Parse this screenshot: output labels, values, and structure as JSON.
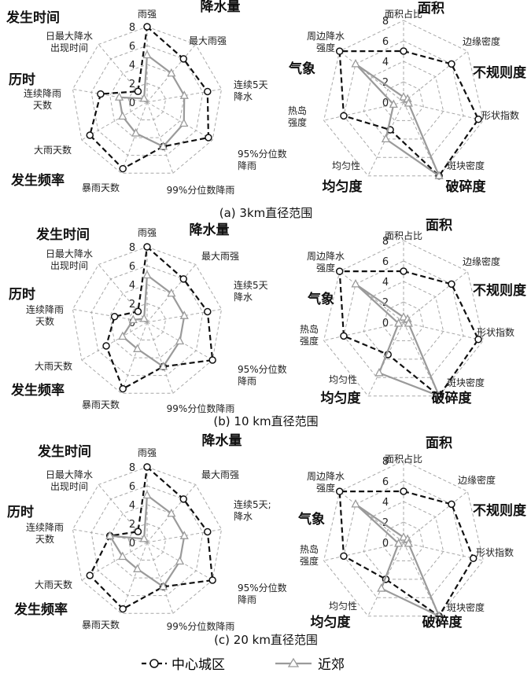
{
  "legend": {
    "center": "中心城区",
    "suburb": "近郊"
  },
  "colors": {
    "center": "#111111",
    "suburb": "#9a9a9a",
    "grid": "#a8a8a8"
  },
  "chart_data": [
    {
      "type": "radar",
      "caption": "(a) 3km直径范围",
      "axes": [
        "雨强",
        "最大雨强",
        "连续5天\n降水",
        "95%分位数\n降雨",
        "99%分位数降雨",
        "暴雨天数",
        "大雨天数",
        "连续降雨\n天数",
        "日最大降水\n出现时间"
      ],
      "groups": [
        "降水量",
        "发生时间",
        "历时",
        "发生频率"
      ],
      "ticks": [
        0,
        2,
        4,
        6,
        8
      ],
      "range": [
        0,
        8
      ],
      "series": [
        {
          "name": "中心城区",
          "values": [
            8,
            6,
            6.5,
            7.5,
            5,
            7.5,
            7,
            5,
            1.5
          ]
        },
        {
          "name": "近郊",
          "values": [
            5,
            4,
            4,
            4.5,
            5,
            3.5,
            3,
            3,
            0.5
          ]
        }
      ]
    },
    {
      "type": "radar",
      "axes": [
        "面积占比",
        "边缘密度",
        "形状指数",
        "斑块密度",
        "均匀性",
        "热岛\n强度",
        "周边降水\n强度"
      ],
      "groups": [
        "面积",
        "不规则度",
        "破碎度",
        "均匀度",
        "气象"
      ],
      "ticks": [
        0,
        2,
        4,
        6,
        8
      ],
      "range": [
        0,
        8
      ],
      "series": [
        {
          "name": "中心城区",
          "values": [
            5,
            6,
            7.5,
            8,
            3,
            6,
            8
          ]
        },
        {
          "name": "近郊",
          "values": [
            0.5,
            0.5,
            0.5,
            8,
            4,
            1,
            6
          ]
        }
      ]
    },
    {
      "type": "radar",
      "caption": "(b) 10 km直径范围",
      "axes": [
        "雨强",
        "最大雨强",
        "连续5天\n降水",
        "95%分位数\n降雨",
        "99%分位数降雨",
        "暴雨天数",
        "大雨天数",
        "连续降雨\n天数",
        "日最大降水\n出现时间"
      ],
      "groups": [
        "降水量",
        "发生时间",
        "历时",
        "发生频率"
      ],
      "ticks": [
        0,
        2,
        4,
        6,
        8
      ],
      "range": [
        0,
        8
      ],
      "series": [
        {
          "name": "中心城区",
          "values": [
            8,
            6,
            6.5,
            8,
            5,
            7.5,
            5,
            3.5,
            1.5
          ]
        },
        {
          "name": "近郊",
          "values": [
            5,
            4,
            4,
            4,
            5,
            3,
            3,
            1.5,
            0.5
          ]
        }
      ]
    },
    {
      "type": "radar",
      "axes": [
        "面积占比",
        "边缘密度",
        "形状指数",
        "斑块密度",
        "均匀性",
        "热岛\n强度",
        "周边降水\n强度"
      ],
      "groups": [
        "面积",
        "不规则度",
        "破碎度",
        "均匀度",
        "气象"
      ],
      "ticks": [
        0,
        2,
        4,
        6,
        8
      ],
      "range": [
        0,
        8
      ],
      "series": [
        {
          "name": "中心城区",
          "values": [
            5,
            6,
            7.5,
            8,
            3.5,
            6,
            8
          ]
        },
        {
          "name": "近郊",
          "values": [
            0.5,
            0.5,
            0.5,
            8,
            5.5,
            0.5,
            6
          ]
        }
      ]
    },
    {
      "type": "radar",
      "caption": "(c) 20 km直径范围",
      "axes": [
        "雨强",
        "最大雨强",
        "连续5天;\n降水",
        "95%分位数\n降雨",
        "99%分位数降雨",
        "暴雨天数",
        "大雨天数",
        "连续降雨\n天数",
        "日最大降水\n出现时间"
      ],
      "groups": [
        "降水量",
        "发生时间",
        "历时",
        "发生频率"
      ],
      "ticks": [
        0,
        2,
        4,
        6,
        8
      ],
      "range": [
        0,
        8
      ],
      "series": [
        {
          "name": "中心城区",
          "values": [
            8,
            6,
            6.5,
            8,
            5,
            7.5,
            7,
            4,
            1.5
          ]
        },
        {
          "name": "近郊",
          "values": [
            5,
            4,
            4,
            4,
            5,
            3,
            3,
            4,
            0.5
          ]
        }
      ]
    },
    {
      "type": "radar",
      "axes": [
        "面积占比",
        "边缘密度",
        "形状指数",
        "斑块密度",
        "均匀性",
        "热岛\n强度",
        "周边降水\n强度"
      ],
      "groups": [
        "面积",
        "不规则度",
        "破碎度",
        "均匀度",
        "气象"
      ],
      "ticks": [
        0,
        2,
        4,
        6,
        8
      ],
      "range": [
        0,
        8
      ],
      "series": [
        {
          "name": "中心城区",
          "values": [
            5,
            6,
            7,
            8,
            4,
            6,
            8
          ]
        },
        {
          "name": "近郊",
          "values": [
            0.5,
            0.5,
            0.5,
            8,
            5,
            0.5,
            6
          ]
        }
      ]
    }
  ]
}
